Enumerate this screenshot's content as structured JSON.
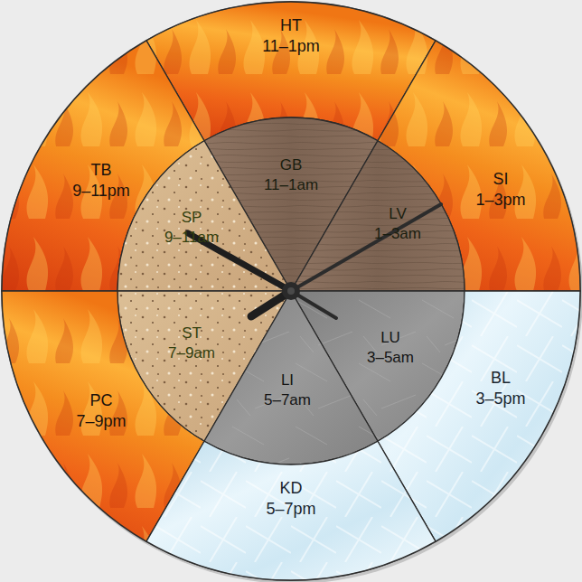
{
  "diagram": {
    "nodes": [
      {
        "text": [
          "HT",
          "11–1pm"
        ]
      },
      {
        "text": [
          "TB",
          "9–11pm"
        ]
      },
      {
        "text": [
          "SI",
          "1–3pm"
        ]
      },
      {
        "text": [
          "GB",
          "11–1am"
        ]
      },
      {
        "text": [
          "SP",
          "9–11am"
        ]
      },
      {
        "text": [
          "LV",
          "1–3am"
        ]
      },
      {
        "text": [
          "ST",
          "7–9am"
        ]
      },
      {
        "text": [
          "LU",
          "3–5am"
        ]
      },
      {
        "text": [
          "PC",
          "7–9pm"
        ]
      },
      {
        "text": [
          "BL",
          "3–5pm"
        ]
      },
      {
        "text": [
          "LI",
          "5–7am"
        ]
      },
      {
        "text": [
          "KD",
          "5–7pm"
        ]
      }
    ]
  }
}
